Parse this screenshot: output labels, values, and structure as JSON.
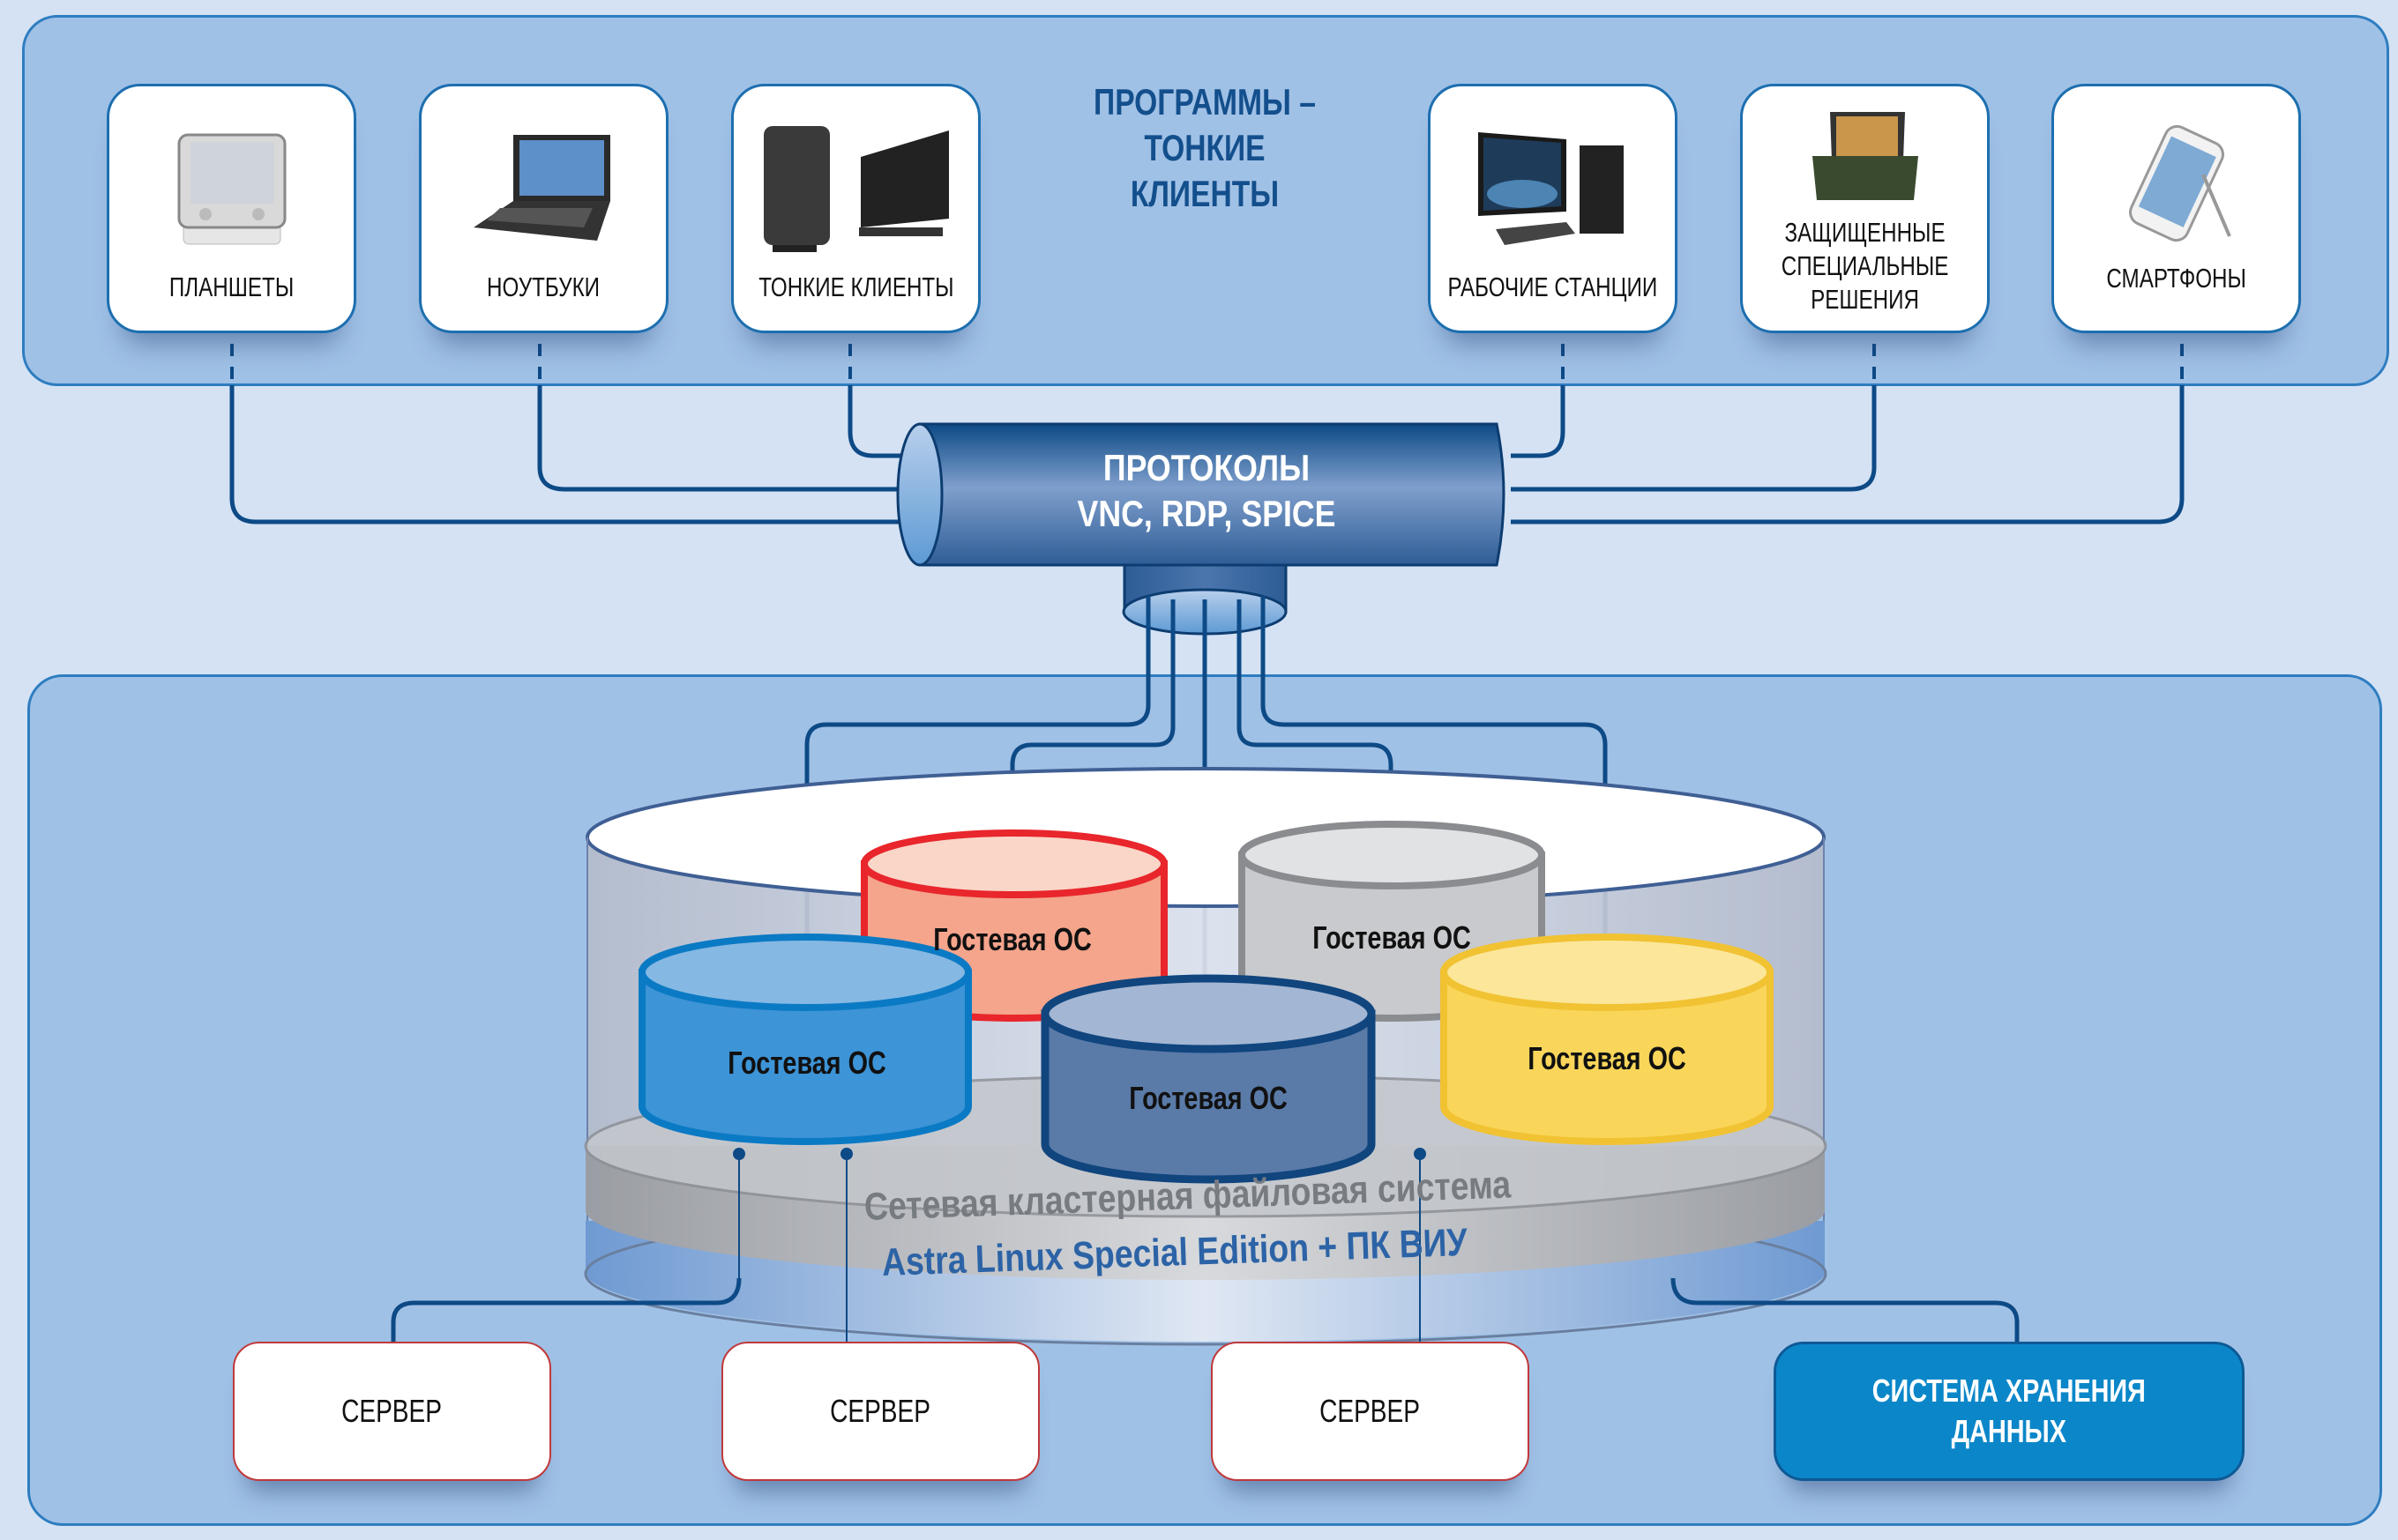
{
  "clients_section": {
    "title": "ПРОГРАММЫ –\nТОНКИЕ\nКЛИЕНТЫ",
    "title_lines": [
      "ПРОГРАММЫ –",
      "ТОНКИЕ",
      "КЛИЕНТЫ"
    ],
    "devices": [
      {
        "label": "ПЛАНШЕТЫ",
        "icon": "tablet-icon"
      },
      {
        "label": "НОУТБУКИ",
        "icon": "laptop-icon"
      },
      {
        "label": "ТОНКИЕ КЛИЕНТЫ",
        "icon": "thin-client-icon"
      },
      {
        "label": "РАБОЧИЕ СТАНЦИИ",
        "icon": "workstation-icon"
      },
      {
        "label_lines": [
          "ЗАЩИЩЕННЫЕ",
          "СПЕЦИАЛЬНЫЕ",
          "РЕШЕНИЯ"
        ],
        "icon": "rugged-laptop-icon"
      },
      {
        "label": "СМАРТФОНЫ",
        "icon": "smartphone-icon"
      }
    ]
  },
  "protocols": {
    "line1": "ПРОТОКОЛЫ",
    "line2": "VNC, RDP, SPICE"
  },
  "virtualization": {
    "guest_os": [
      {
        "label": "Гостевая ОС",
        "color": "#e8262c",
        "fill": "#f4a58c"
      },
      {
        "label": "Гостевая ОС",
        "color": "#8a8c8f",
        "fill": "#c9cacd"
      },
      {
        "label": "Гостевая ОС",
        "color": "#0b7ac4",
        "fill": "#3d94d6"
      },
      {
        "label": "Гостевая ОС",
        "color": "#10457e",
        "fill": "#5a7aa8"
      },
      {
        "label": "Гостевая ОС",
        "color": "#f1c232",
        "fill": "#f9d65a"
      }
    ],
    "filesystem_label": "Сетевая кластерная файловая система",
    "os_label": "Astra Linux Special Edition   +   ПК ВИУ"
  },
  "infrastructure": {
    "servers": [
      "СЕРВЕР",
      "СЕРВЕР",
      "СЕРВЕР"
    ],
    "storage_lines": [
      "СИСТЕМА ХРАНЕНИЯ",
      "ДАННЫХ"
    ]
  },
  "colors": {
    "background": "#d4e2f4",
    "panel": "#a0c1e6",
    "panel_border": "#2e7dc0",
    "connector": "#0d4a86",
    "title_text": "#134f8c",
    "server_border": "#c0393b",
    "storage_fill": "#0b87c9"
  }
}
